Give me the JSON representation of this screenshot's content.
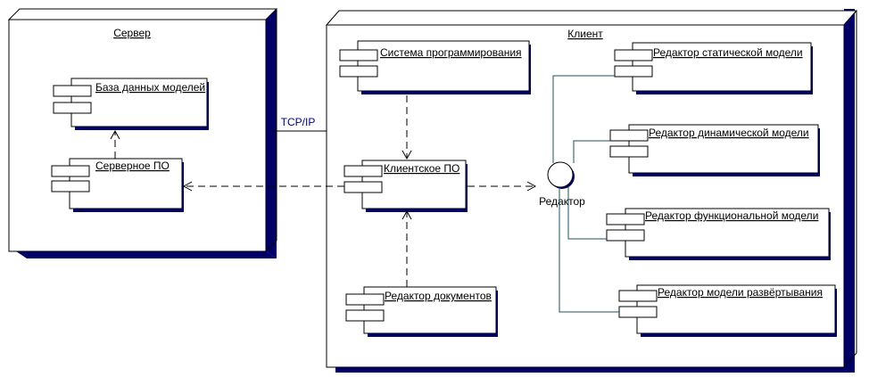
{
  "nodes": {
    "server": {
      "label": "Сервер"
    },
    "client": {
      "label": "Клиент"
    }
  },
  "components": {
    "model_db": {
      "label": "База данных моделей"
    },
    "server_sw": {
      "label": "Серверное ПО"
    },
    "prog_system": {
      "label": "Система программирования"
    },
    "client_sw": {
      "label": "Клиентское ПО"
    },
    "doc_editor": {
      "label": "Редактор документов"
    },
    "static_editor": {
      "label": "Редактор статической модели"
    },
    "dynamic_editor": {
      "label": "Редактор динамической модели"
    },
    "functional_editor": {
      "label": "Редактор функциональной модели"
    },
    "deployment_editor": {
      "label": "Редактор модели развёртывания"
    }
  },
  "interface": {
    "label": "Редактор"
  },
  "link": {
    "label": "TCP/IP"
  },
  "colors": {
    "line": "#000000",
    "shadow": "#000066",
    "link_text": "#000080",
    "realization": "#1f4f5f"
  }
}
